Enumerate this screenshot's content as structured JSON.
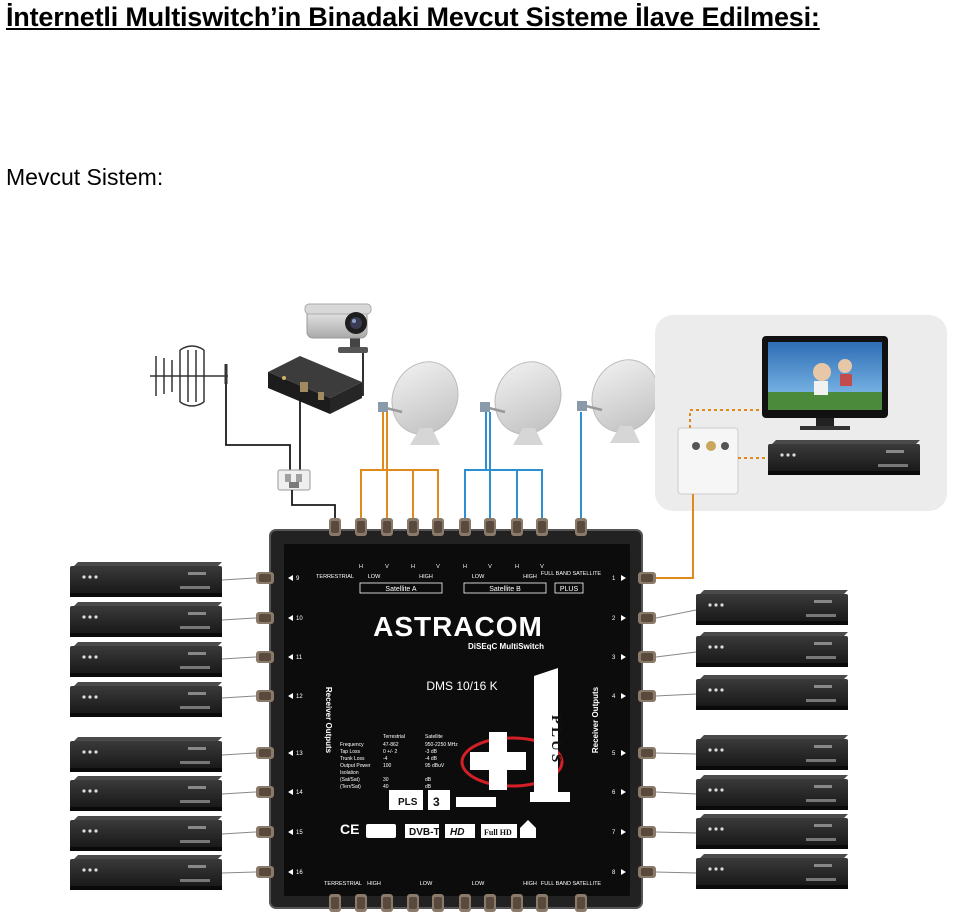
{
  "document": {
    "title": "İnternetli Multiswitch’in Binadaki Mevcut Sisteme İlave Edilmesi:",
    "section_label": "Mevcut Sistem:"
  },
  "multiswitch": {
    "brand": "ASTRACOM",
    "subtitle": "DiSEqC MultiSwitch",
    "model": "DMS 10/16 K",
    "plus_text": "PLUS",
    "receiver_outputs": "Receiver Outputs",
    "satellite_a": "Satellite A",
    "satellite_b": "Satellite B",
    "plus_label": "PLUS",
    "terrestrial": "TERRESTRIAL",
    "full_band": "FULL BAND SATELLITE",
    "low": "LOW",
    "high": "HIGH",
    "h": "H",
    "v": "V",
    "full_hd": "Full HD",
    "dvbt": "DVB-T",
    "hd": "HD",
    "pls": "PLS",
    "spec_headers": [
      "Terrestrial",
      "Satellite"
    ],
    "spec_rows": [
      [
        "Frequency",
        "47-862",
        "950-2250 MHz"
      ],
      [
        "Tap Loss",
        "0 +/- 2",
        "-3   dB"
      ],
      [
        "Trunk Loss",
        "-4",
        "-4   dB"
      ],
      [
        "Output Power",
        "100",
        "95  dBuV"
      ],
      [
        "Isolation",
        "",
        ""
      ],
      [
        "(Sat/Sat)",
        "30",
        "dB"
      ],
      [
        "(Terr/Sat)",
        "40",
        "dB"
      ]
    ],
    "left_ports": [
      "9",
      "10",
      "11",
      "12",
      "13",
      "14",
      "15",
      "16"
    ],
    "right_ports": [
      "1",
      "2",
      "3",
      "4",
      "5",
      "6",
      "7",
      "8"
    ]
  },
  "colors": {
    "orange_cable": "#e08a1e",
    "blue_cable": "#2b8fd0",
    "black_cable": "#1a1a1a",
    "switch_body": "#0c0c0c",
    "accent_red": "#d31f26"
  }
}
